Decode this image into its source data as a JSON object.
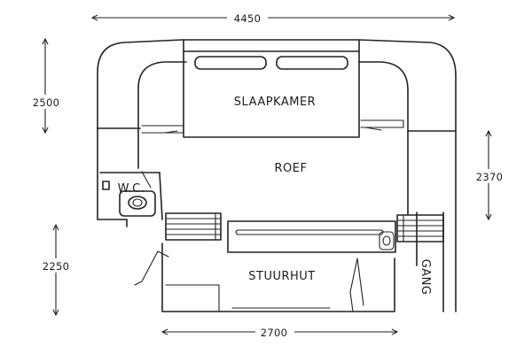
{
  "diagram": {
    "rooms": {
      "slaapkamer": "SLAAPKAMER",
      "roef": "ROEF",
      "wc": "W.C.",
      "stuurhut": "STUURHUT",
      "gang": "GANG"
    },
    "dimensions": {
      "top_width": "4450",
      "left_upper": "2500",
      "right_middle": "2370",
      "left_lower": "2250",
      "bottom_width": "2700"
    }
  }
}
